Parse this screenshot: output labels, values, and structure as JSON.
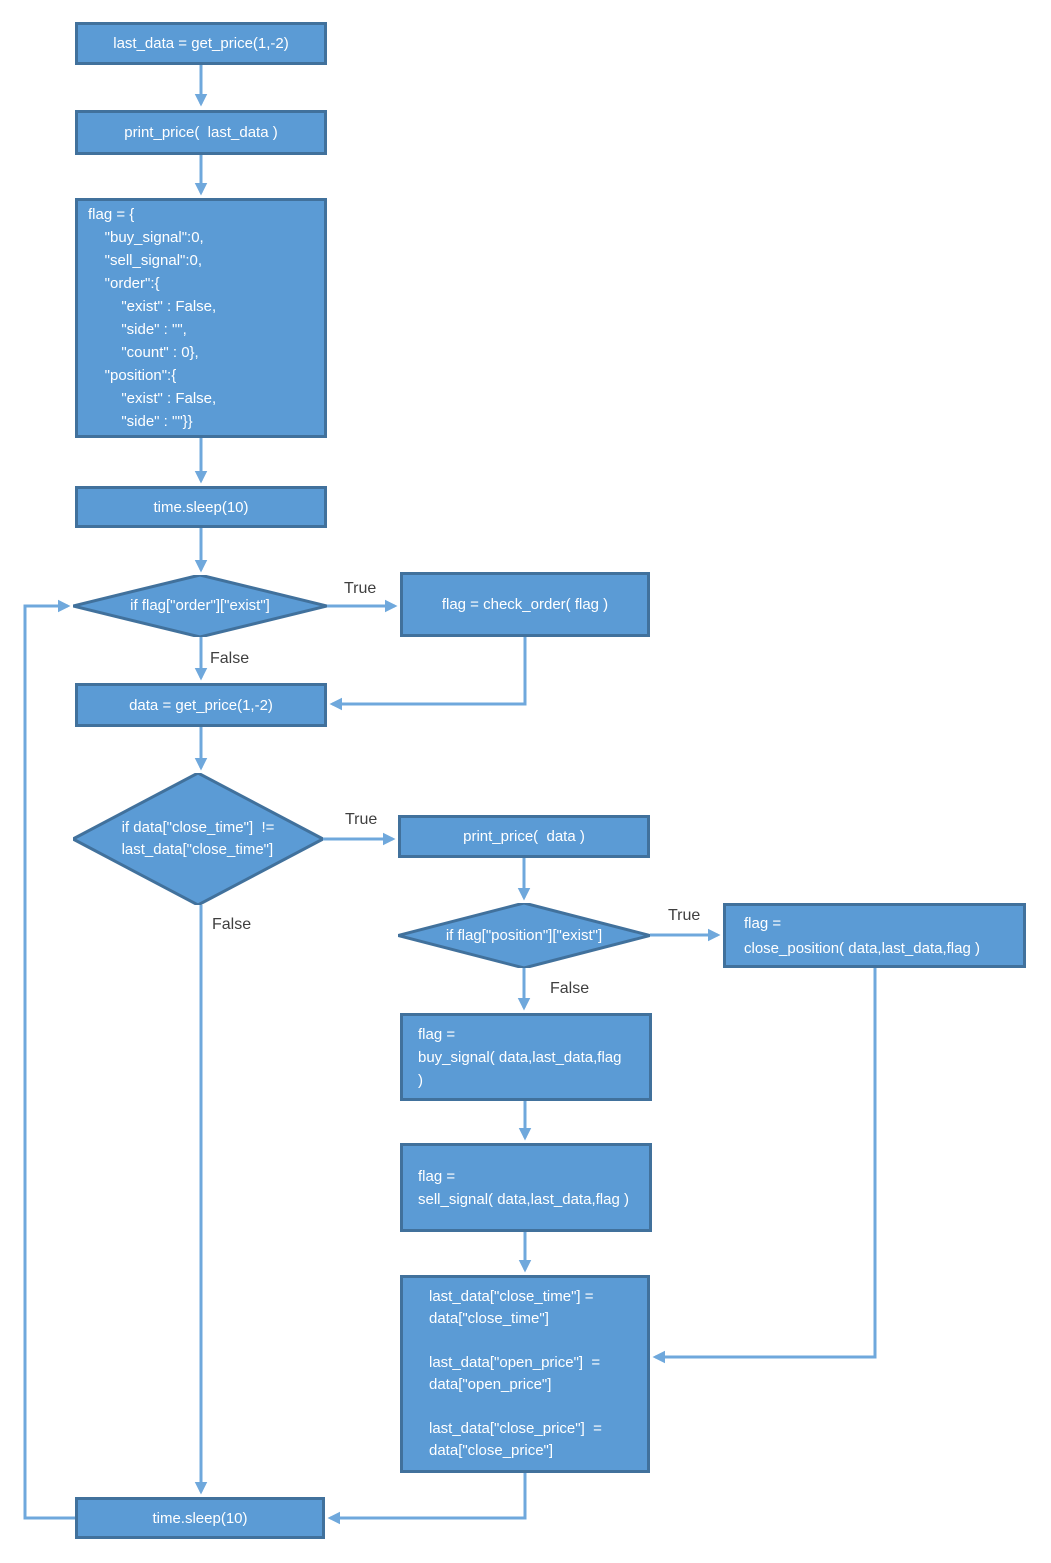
{
  "diagram_title": "trading-bot-main-loop-flowchart",
  "colors": {
    "node_fill": "#5b9bd5",
    "node_border": "#41719c",
    "arrow": "#6fa8dc",
    "node_text": "#ffffff",
    "label_text": "#3f3f3f",
    "background": "#ffffff"
  },
  "nodes": {
    "init_last_data": "last_data = get_price(1,-2)",
    "print_last_data": "print_price(  last_data )",
    "init_flag": "flag = {\n    \"buy_signal\":0,\n    \"sell_signal\":0,\n    \"order\":{\n        \"exist\" : False,\n        \"side\" : \"\",\n        \"count\" : 0},\n    \"position\":{\n        \"exist\" : False,\n        \"side\" : \"\"}}",
    "sleep_top": "time.sleep(10)",
    "order_condition": "if flag[\"order\"][\"exist\"]",
    "check_order": "flag = check_order( flag )",
    "get_data": "data = get_price(1,-2)",
    "close_time_condition": "if data[\"close_time\"]  !=\nlast_data[\"close_time\"]",
    "print_data": "print_price(  data )",
    "position_condition": "if flag[\"position\"][\"exist\"]",
    "close_position": "flag =\nclose_position( data,last_data,flag )",
    "buy_signal": "flag =\nbuy_signal( data,last_data,flag\n)",
    "sell_signal": "flag =\nsell_signal( data,last_data,flag )",
    "update_last_data": "last_data[\"close_time\"] =\ndata[\"close_time\"]\n\nlast_data[\"open_price\"]  =\ndata[\"open_price\"]\n\nlast_data[\"close_price\"]  =\ndata[\"close_price\"]",
    "sleep_bottom": "time.sleep(10)"
  },
  "edge_labels": {
    "order_true": "True",
    "order_false": "False",
    "close_time_true": "True",
    "close_time_false": "False",
    "position_true": "True",
    "position_false": "False"
  }
}
